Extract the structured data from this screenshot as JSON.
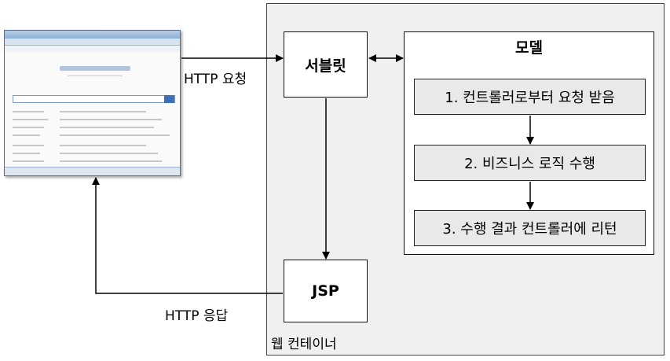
{
  "container": {
    "label": "웹 컨테이너"
  },
  "servlet": {
    "label": "서블릿"
  },
  "jsp": {
    "label": "JSP"
  },
  "model": {
    "title": "모델",
    "steps": [
      {
        "label": "1. 컨트롤러로부터 요청 받음"
      },
      {
        "label": "2. 비즈니스 로직 수행"
      },
      {
        "label": "3. 수행 결과 컨트롤러에 리턴"
      }
    ]
  },
  "arrows": {
    "request_label": "HTTP 요청",
    "response_label": "HTTP 응답"
  },
  "browser": {
    "icon": "web-browser-screenshot"
  }
}
